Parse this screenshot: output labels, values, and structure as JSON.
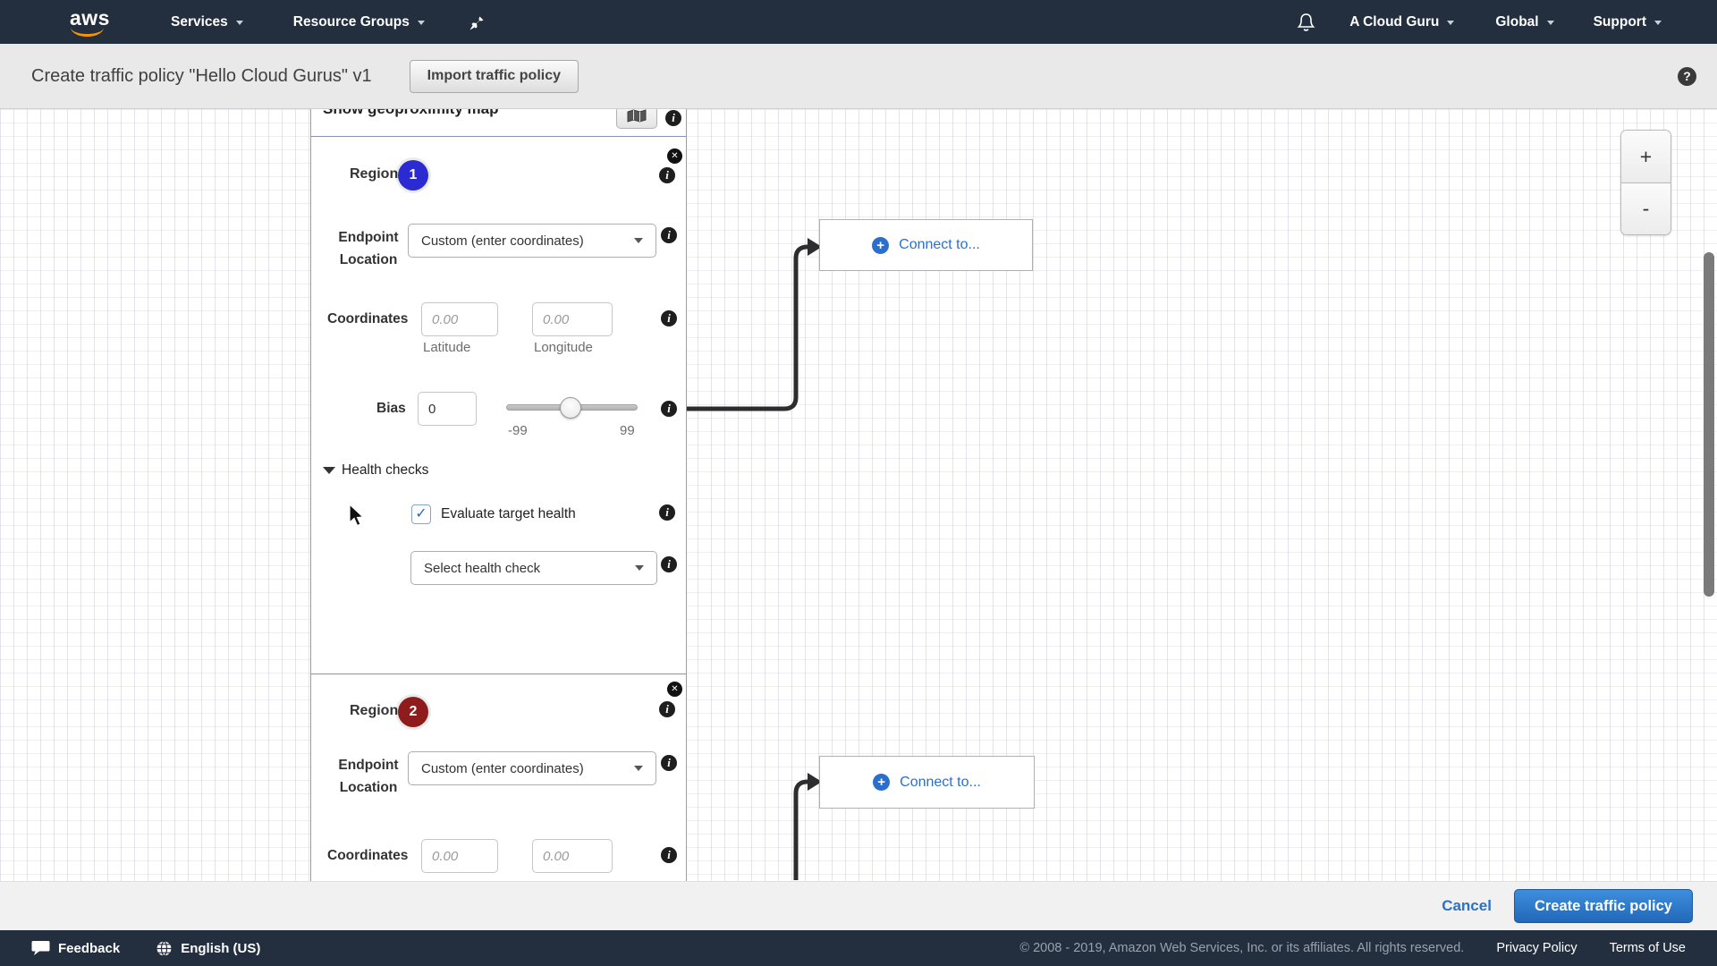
{
  "nav": {
    "logo_text": "aws",
    "services_label": "Services",
    "resource_groups_label": "Resource Groups",
    "account_label": "A Cloud Guru",
    "region_label": "Global",
    "support_label": "Support"
  },
  "header": {
    "title": "Create traffic policy \"Hello Cloud Gurus\" v1",
    "import_button_label": "Import traffic policy",
    "help_glyph": "?"
  },
  "map_toolbar": {
    "label": "Show geoproximity map"
  },
  "region1": {
    "label": "Region:",
    "number": "1",
    "badge_color": "#2b2bd1",
    "endpoint_label_line1": "Endpoint",
    "endpoint_label_line2": "Location",
    "endpoint_value": "Custom (enter coordinates)",
    "coordinates_label": "Coordinates",
    "latitude_placeholder": "0.00",
    "longitude_placeholder": "0.00",
    "latitude_caption": "Latitude",
    "longitude_caption": "Longitude",
    "bias_label": "Bias",
    "bias_value": "0",
    "bias_min": "-99",
    "bias_max": "99",
    "health_checks_label": "Health checks",
    "evaluate_target_health_label": "Evaluate target health",
    "evaluate_checked": true,
    "health_check_placeholder": "Select health check",
    "connect_label": "Connect to..."
  },
  "region2": {
    "label": "Region:",
    "number": "2",
    "badge_color": "#8e1c1c",
    "endpoint_label_line1": "Endpoint",
    "endpoint_label_line2": "Location",
    "endpoint_value": "Custom (enter coordinates)",
    "coordinates_label": "Coordinates",
    "latitude_placeholder": "0.00",
    "longitude_placeholder": "0.00",
    "connect_label": "Connect to..."
  },
  "zoom_controls": {
    "zoom_in": "+",
    "zoom_out": "-"
  },
  "actions": {
    "cancel_label": "Cancel",
    "create_label": "Create traffic policy"
  },
  "footer": {
    "feedback_label": "Feedback",
    "language_label": "English (US)",
    "copyright": "© 2008 - 2019, Amazon Web Services, Inc. or its affiliates. All rights reserved.",
    "privacy_label": "Privacy Policy",
    "terms_label": "Terms of Use"
  },
  "icons": {
    "info": "i",
    "close": "✕",
    "plus": "+",
    "check": "✓"
  }
}
